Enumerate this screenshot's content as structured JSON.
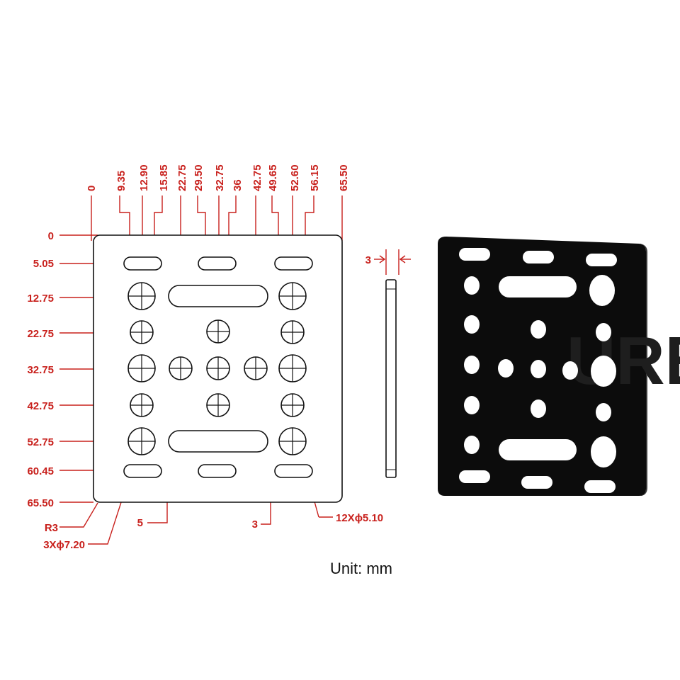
{
  "drawing": {
    "top_dims": [
      "0",
      "9.35",
      "12.90",
      "15.85",
      "22.75",
      "29.50",
      "32.75",
      "36",
      "42.75",
      "49.65",
      "52.60",
      "56.15",
      "65.50"
    ],
    "left_dims": [
      "0",
      "5.05",
      "12.75",
      "22.75",
      "32.75",
      "42.75",
      "52.75",
      "60.45",
      "65.50"
    ],
    "callouts": {
      "corner_radius": "R3",
      "large_holes": "3Xϕ7.20",
      "slot_gap": "5",
      "slot_width": "3",
      "small_holes": "12Xϕ5.10"
    },
    "thickness": "3",
    "unit_label": "Unit: mm",
    "watermark": "URE"
  },
  "colors": {
    "dimension": "#c8201c",
    "outline": "#111111",
    "plate": "#0c0c0c"
  }
}
